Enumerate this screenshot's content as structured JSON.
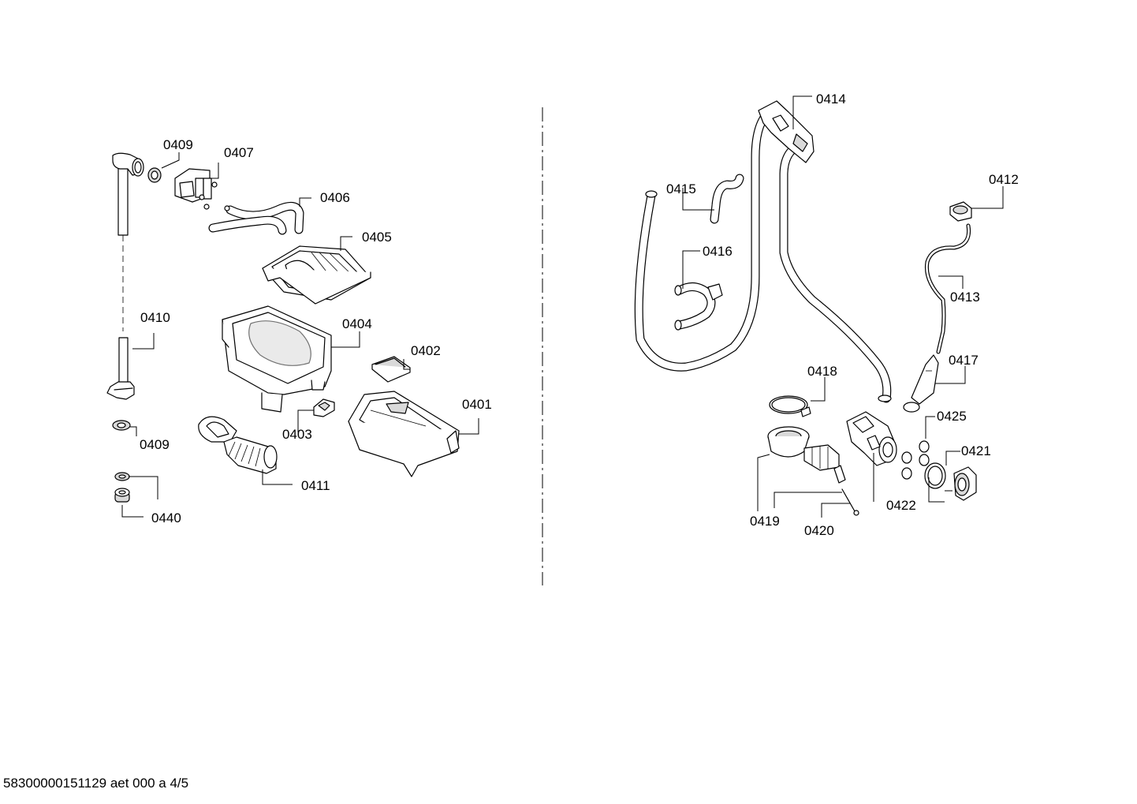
{
  "diagram": {
    "labels": {
      "p0409a": "0409",
      "p0407": "0407",
      "p0406": "0406",
      "p0405": "0405",
      "p0410": "0410",
      "p0404": "0404",
      "p0402": "0402",
      "p0401": "0401",
      "p0403": "0403",
      "p0409b": "0409",
      "p0411": "0411",
      "p0440": "0440",
      "p0414": "0414",
      "p0415": "0415",
      "p0412": "0412",
      "p0416": "0416",
      "p0413": "0413",
      "p0417": "0417",
      "p0418": "0418",
      "p0425": "0425",
      "p0421": "0421",
      "p0422": "0422",
      "p0419": "0419",
      "p0420": "0420"
    }
  },
  "footer": {
    "document_id": "58300000151129 aet 000 a 4/5"
  }
}
